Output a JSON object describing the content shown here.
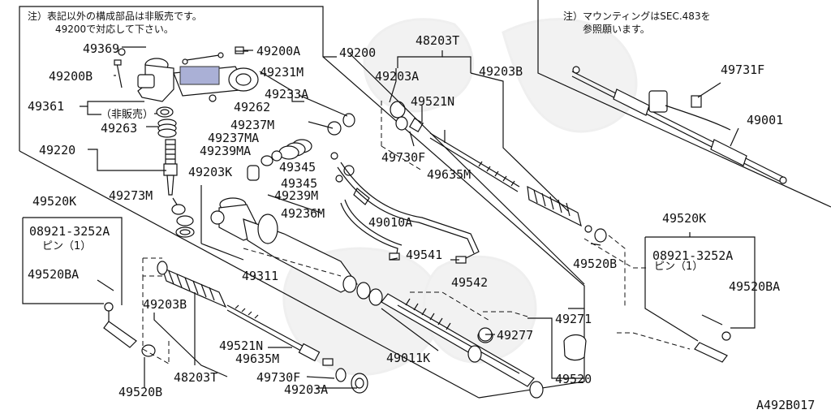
{
  "notes": {
    "left_line1": "注）表記以外の構成部品は非販売です。",
    "left_line2": "49200で対応して下さい。",
    "right_line1": "注）マウンティングはSEC.483を",
    "right_line2": "参照願います。",
    "not_sold": "（非販売）",
    "pin_label": "ピン（1）"
  },
  "diagram_code": "A492B017",
  "part_labels": {
    "p49200": "49200",
    "p49369": "49369",
    "p49200A": "49200A",
    "p49200B": "49200B",
    "p49231M": "49231M",
    "p49361": "49361",
    "p49262": "49262",
    "p49233A": "49233A",
    "p49263": "49263",
    "p49237M": "49237M",
    "p49237MA": "49237MA",
    "p49239MA": "49239MA",
    "p49220": "49220",
    "p49345a": "49345",
    "p49203K": "49203K",
    "p49345b": "49345",
    "p49239M": "49239M",
    "p49273M": "49273M",
    "p49236M": "49236M",
    "p49010A": "49010A",
    "p49520K_l": "49520K",
    "p08921_l": "08921-3252A",
    "p49520BA_l": "49520BA",
    "p49311": "49311",
    "p49541": "49541",
    "p49542": "49542",
    "p49203B_l": "49203B",
    "p49521N_l": "49521N",
    "p49635M_l": "49635M",
    "p48203T_l": "48203T",
    "p49730F_l": "49730F",
    "p49203A_l": "49203A",
    "p49520B_l": "49520B",
    "p49011K": "49011K",
    "p49271": "49271",
    "p49277": "49277",
    "p49520": "49520",
    "p48203T_t": "48203T",
    "p49203A_t": "49203A",
    "p49203B_t": "49203B",
    "p49521N_t": "49521N",
    "p49730F_t": "49730F",
    "p49635M_t": "49635M",
    "p49520B_r": "49520B",
    "p49731F": "49731F",
    "p49001": "49001",
    "p49520K_r": "49520K",
    "p08921_r": "08921-3252A",
    "p49520BA_r": "49520BA"
  }
}
